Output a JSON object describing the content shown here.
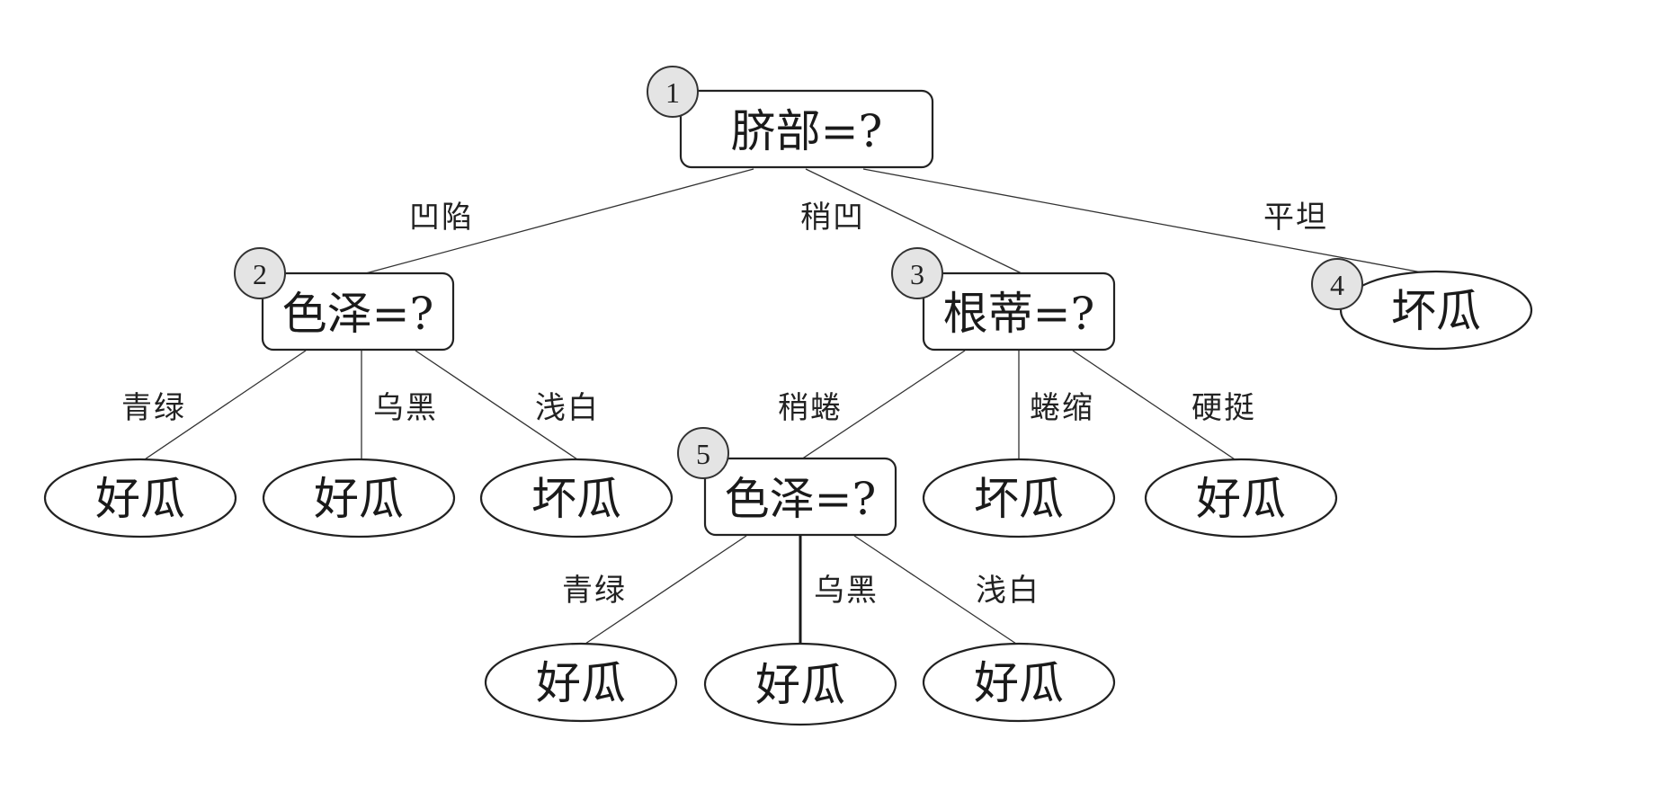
{
  "nodes": {
    "n1": {
      "badge": "1",
      "label": "脐部=?"
    },
    "n2": {
      "badge": "2",
      "label": "色泽=?"
    },
    "n3": {
      "badge": "3",
      "label": "根蒂=?"
    },
    "n4": {
      "badge": "4",
      "label": "坏瓜"
    },
    "n5": {
      "badge": "5",
      "label": "色泽=?"
    }
  },
  "leaves": {
    "l2a": "好瓜",
    "l2b": "好瓜",
    "l2c": "坏瓜",
    "l3b": "坏瓜",
    "l3c": "好瓜",
    "l5a": "好瓜",
    "l5b": "好瓜",
    "l5c": "好瓜"
  },
  "edges": {
    "e1_2": "凹陷",
    "e1_3": "稍凹",
    "e1_4": "平坦",
    "e2_a": "青绿",
    "e2_b": "乌黑",
    "e2_c": "浅白",
    "e3_5": "稍蜷",
    "e3_b": "蜷缩",
    "e3_c": "硬挺",
    "e5_a": "青绿",
    "e5_b": "乌黑",
    "e5_c": "浅白"
  }
}
